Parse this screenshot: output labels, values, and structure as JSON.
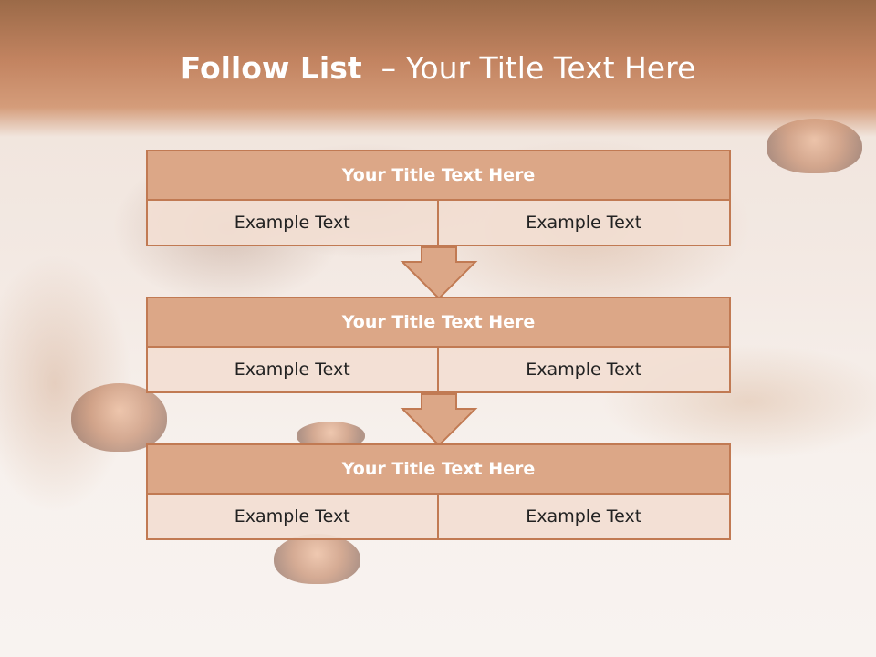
{
  "header": {
    "title_bold": "Follow List",
    "title_rest": "– Your Title Text Here"
  },
  "blocks": [
    {
      "title": "Your Title Text Here",
      "left": "Example Text",
      "right": "Example Text"
    },
    {
      "title": "Your Title Text Here",
      "left": "Example Text",
      "right": "Example Text"
    },
    {
      "title": "Your Title Text Here",
      "left": "Example Text",
      "right": "Example Text"
    }
  ],
  "colors": {
    "header": "#c38461",
    "box_title_fill": "#dca787",
    "box_border": "#c17a53",
    "cell_fill": "#f2ded2",
    "arrow_fill": "#dca787"
  }
}
